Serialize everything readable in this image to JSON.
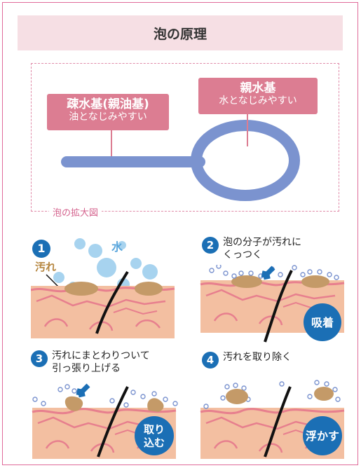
{
  "title": "泡の原理",
  "hydrophobic": {
    "name": "疎水基(親油基)",
    "desc": "油となじみやすい"
  },
  "hydrophilic": {
    "name": "親水基",
    "desc": "水となじみやすい"
  },
  "zoom_label": "泡の拡大図",
  "steps": [
    {
      "num": "1",
      "labels": {
        "water": "水",
        "dirt": "汚れ"
      }
    },
    {
      "num": "2",
      "text": "泡の分子が汚れに\nくっつく",
      "badge": "吸着"
    },
    {
      "num": "3",
      "text": "汚れにまとわりついて\n引っ張り上げる",
      "badge": "取り\n込む"
    },
    {
      "num": "4",
      "text": "汚れを取り除く",
      "badge": "浮かす"
    }
  ],
  "colors": {
    "accent": "#dc7d92",
    "title_bg": "#f6dfe4",
    "molecule": "#7b93cf",
    "step_blue": "#1b6fb5",
    "skin": "#f3bfa1",
    "dirt": "#c49a68",
    "water": "#a7d3ef"
  }
}
